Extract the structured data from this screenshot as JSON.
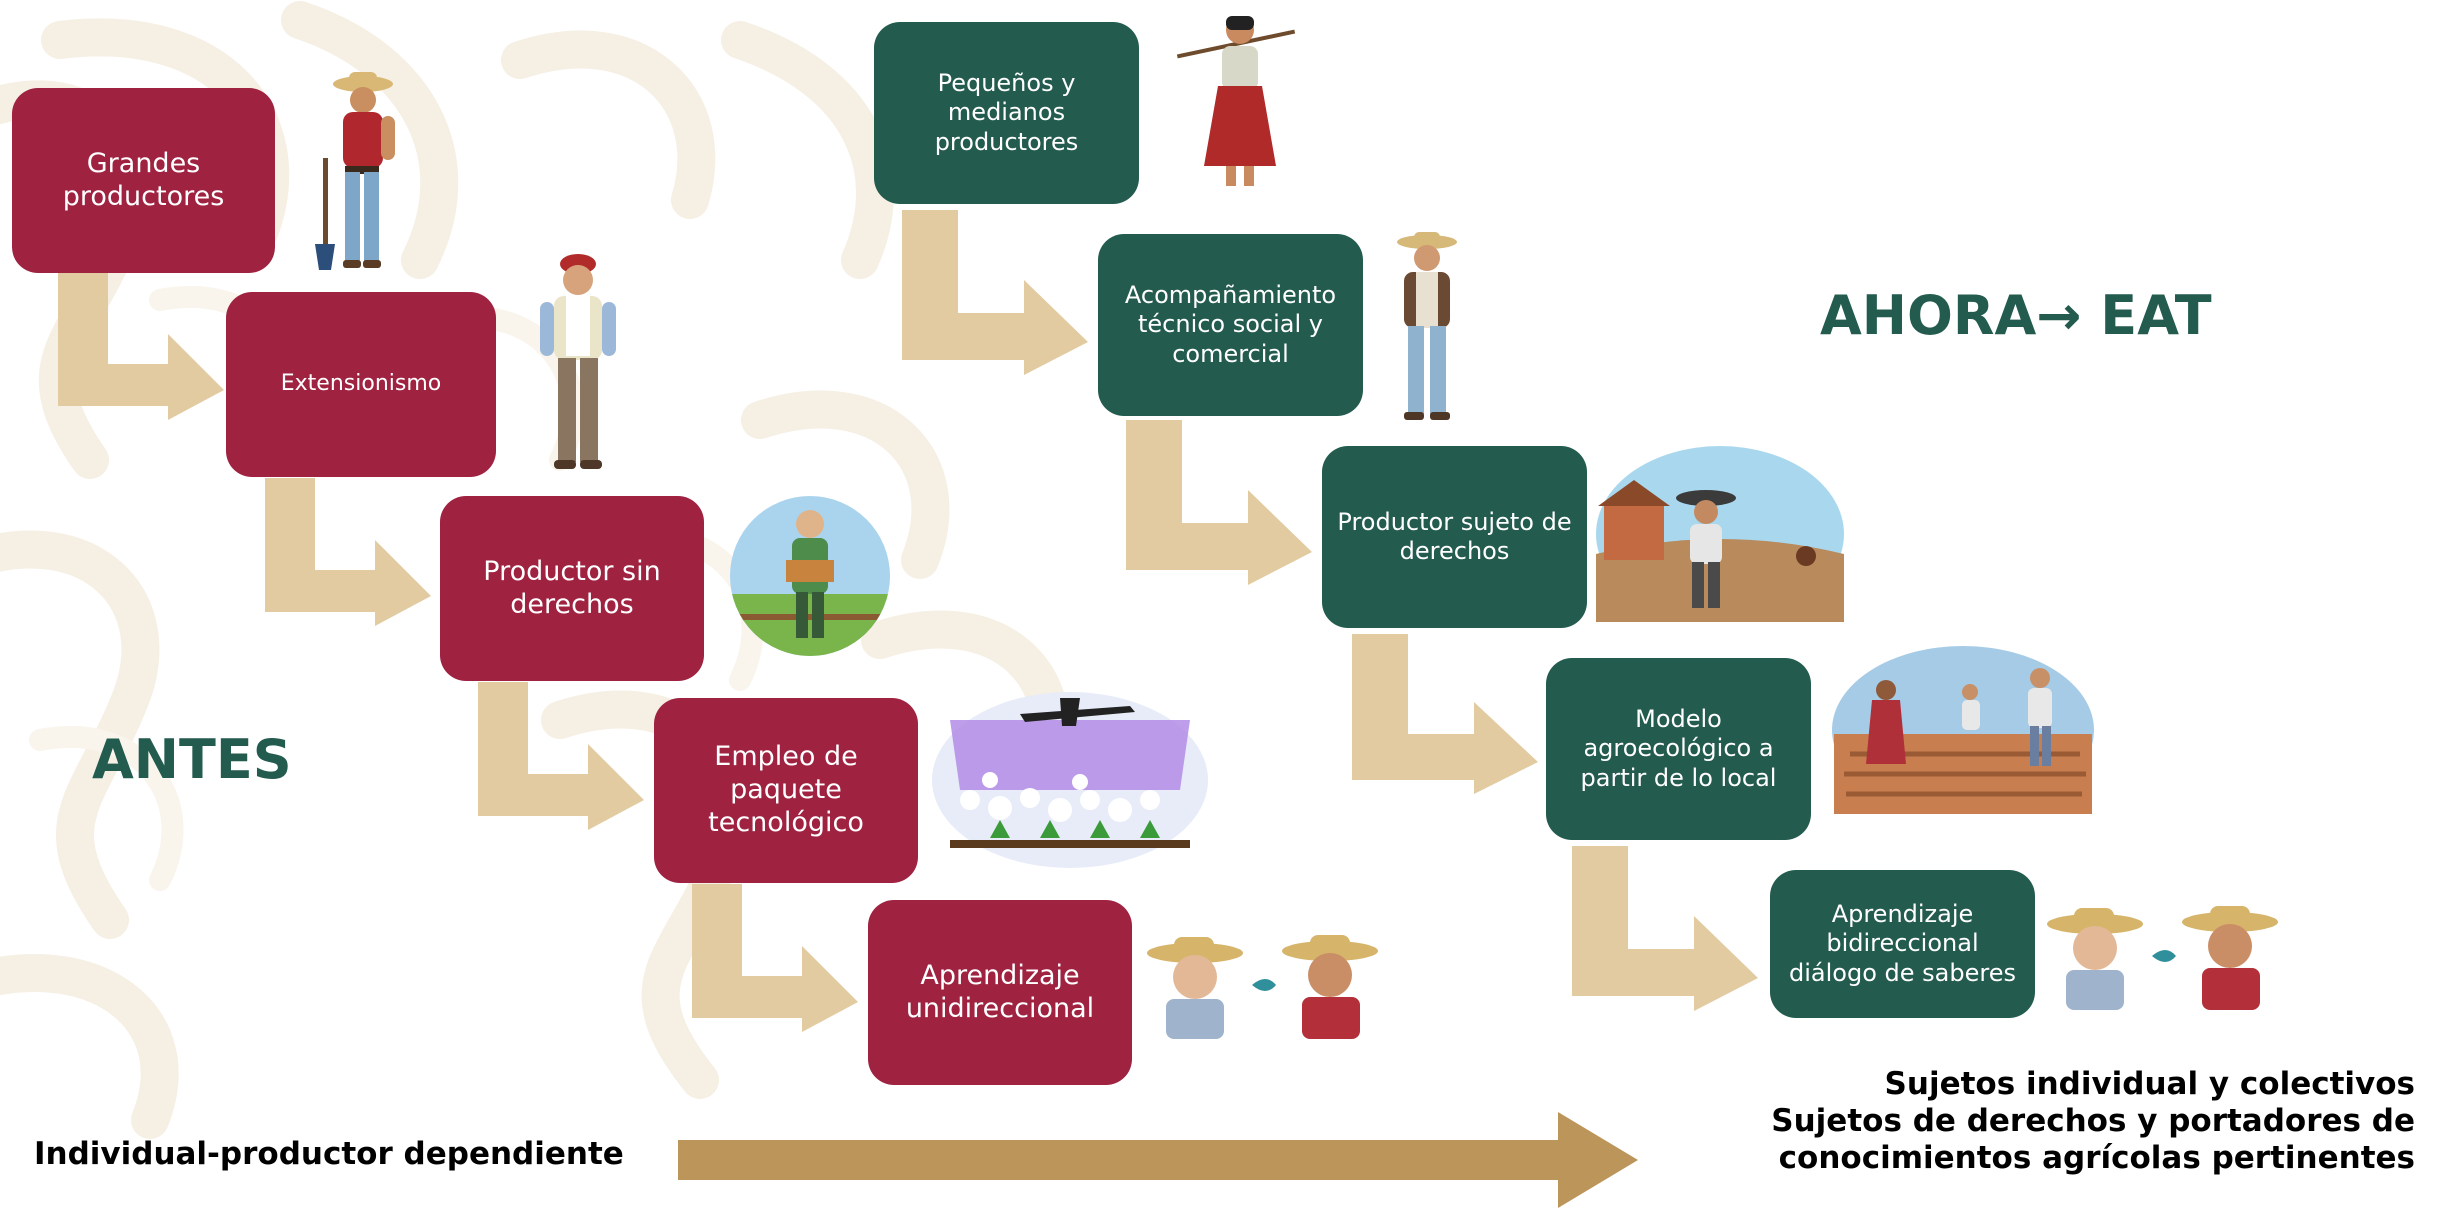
{
  "headings": {
    "antes": "ANTES",
    "ahora": "AHORA→ EAT"
  },
  "antes_steps": [
    "Grandes productores",
    "Extensionismo",
    "Productor sin derechos",
    "Empleo de paquete tecnológico",
    "Aprendizaje unidireccional"
  ],
  "ahora_steps": [
    "Pequeños y medianos productores",
    "Acompañamiento técnico social y comercial",
    "Productor sujeto de derechos",
    "Modelo agroecológico a partir de lo local",
    "Aprendizaje bidireccional diálogo de saberes"
  ],
  "footer": {
    "left": "Individual-productor dependiente",
    "right_line1": "Sujetos individual y colectivos",
    "right_line2": "Sujetos de derechos y portadores de",
    "right_line3": "conocimientos agrícolas pertinentes"
  },
  "colors": {
    "antes_box": "#9f2241",
    "ahora_box": "#235b4e",
    "step_arrow": "#e2cba1",
    "timeline_arrow": "#bb955a",
    "heading": "#235b4e"
  },
  "icons": [
    "farmer-with-shovel-icon",
    "extension-agent-icon",
    "farmer-with-crate-icon",
    "crop-duster-plane-icon",
    "two-farmers-talking-icon",
    "woman-with-hoe-icon",
    "technician-farmer-icon",
    "farmer-at-farm-icon",
    "people-working-field-icon",
    "two-farmers-dialogue-icon"
  ]
}
